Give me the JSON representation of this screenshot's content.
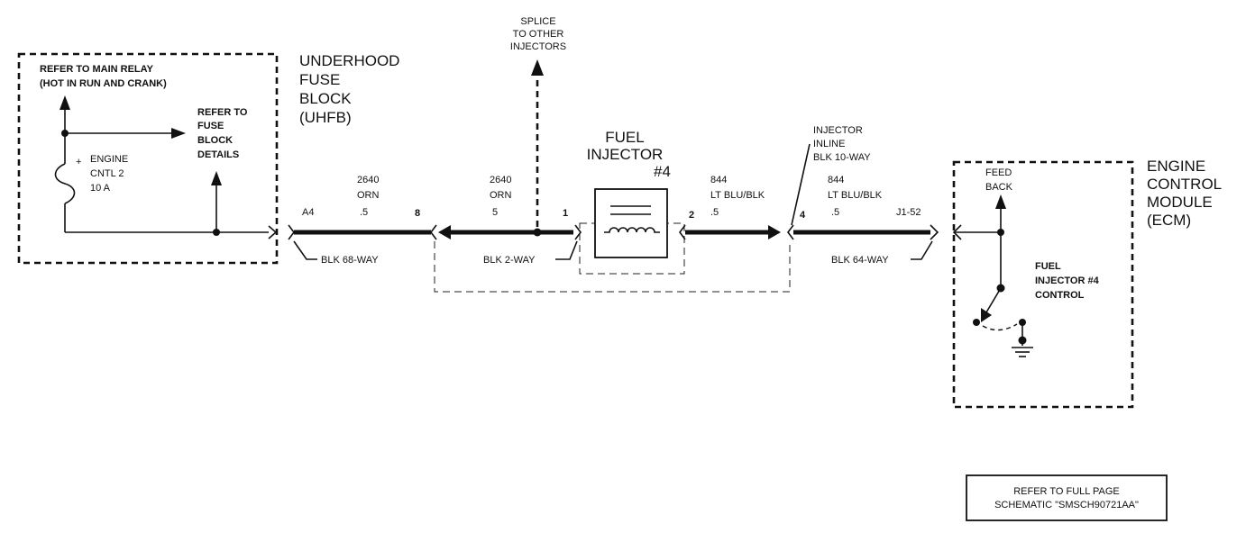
{
  "fuse_block": {
    "title_lines": [
      "UNDERHOOD",
      "FUSE",
      "BLOCK",
      "(UHFB)"
    ],
    "main_relay_lines": [
      "REFER TO MAIN RELAY",
      "(HOT IN RUN AND CRANK)"
    ],
    "fuse_details_lines": [
      "REFER TO",
      "FUSE",
      "BLOCK",
      "DETAILS"
    ],
    "fuse_plus": "+",
    "fuse_label_lines": [
      "ENGINE",
      "CNTL 2",
      "10 A"
    ]
  },
  "splice": {
    "label_lines": [
      "SPLICE",
      "TO OTHER",
      "INJECTORS"
    ]
  },
  "wires": {
    "segment1": {
      "circuit": "2640",
      "color": "ORN",
      "size": ".5"
    },
    "segment2": {
      "circuit": "2640",
      "color": "ORN",
      "size": "5"
    },
    "segment3": {
      "circuit": "844",
      "color": "LT BLU/BLK",
      "size": ".5"
    },
    "segment4": {
      "circuit": "844",
      "color": "LT BLU/BLK",
      "size": ".5"
    }
  },
  "pins": {
    "a4": "A4",
    "p8": "8",
    "p1": "1",
    "p2": "2",
    "p4": "4",
    "j152": "J1-52"
  },
  "connectors": {
    "c68": "BLK 68-WAY",
    "c2": "BLK 2-WAY",
    "c64": "BLK 64-WAY",
    "inline_lines": [
      "INJECTOR",
      "INLINE",
      "BLK 10-WAY"
    ]
  },
  "injector": {
    "title_lines": [
      "FUEL",
      "INJECTOR",
      "#4"
    ]
  },
  "ecm": {
    "title_lines": [
      "ENGINE",
      "CONTROL",
      "MODULE",
      "(ECM)"
    ],
    "feedback_lines": [
      "FEED",
      "BACK"
    ],
    "control_lines": [
      "FUEL",
      "INJECTOR #4",
      "CONTROL"
    ]
  },
  "reference_note": {
    "lines": [
      "REFER TO FULL PAGE",
      "SCHEMATIC \"SMSCH90721AA\""
    ]
  }
}
